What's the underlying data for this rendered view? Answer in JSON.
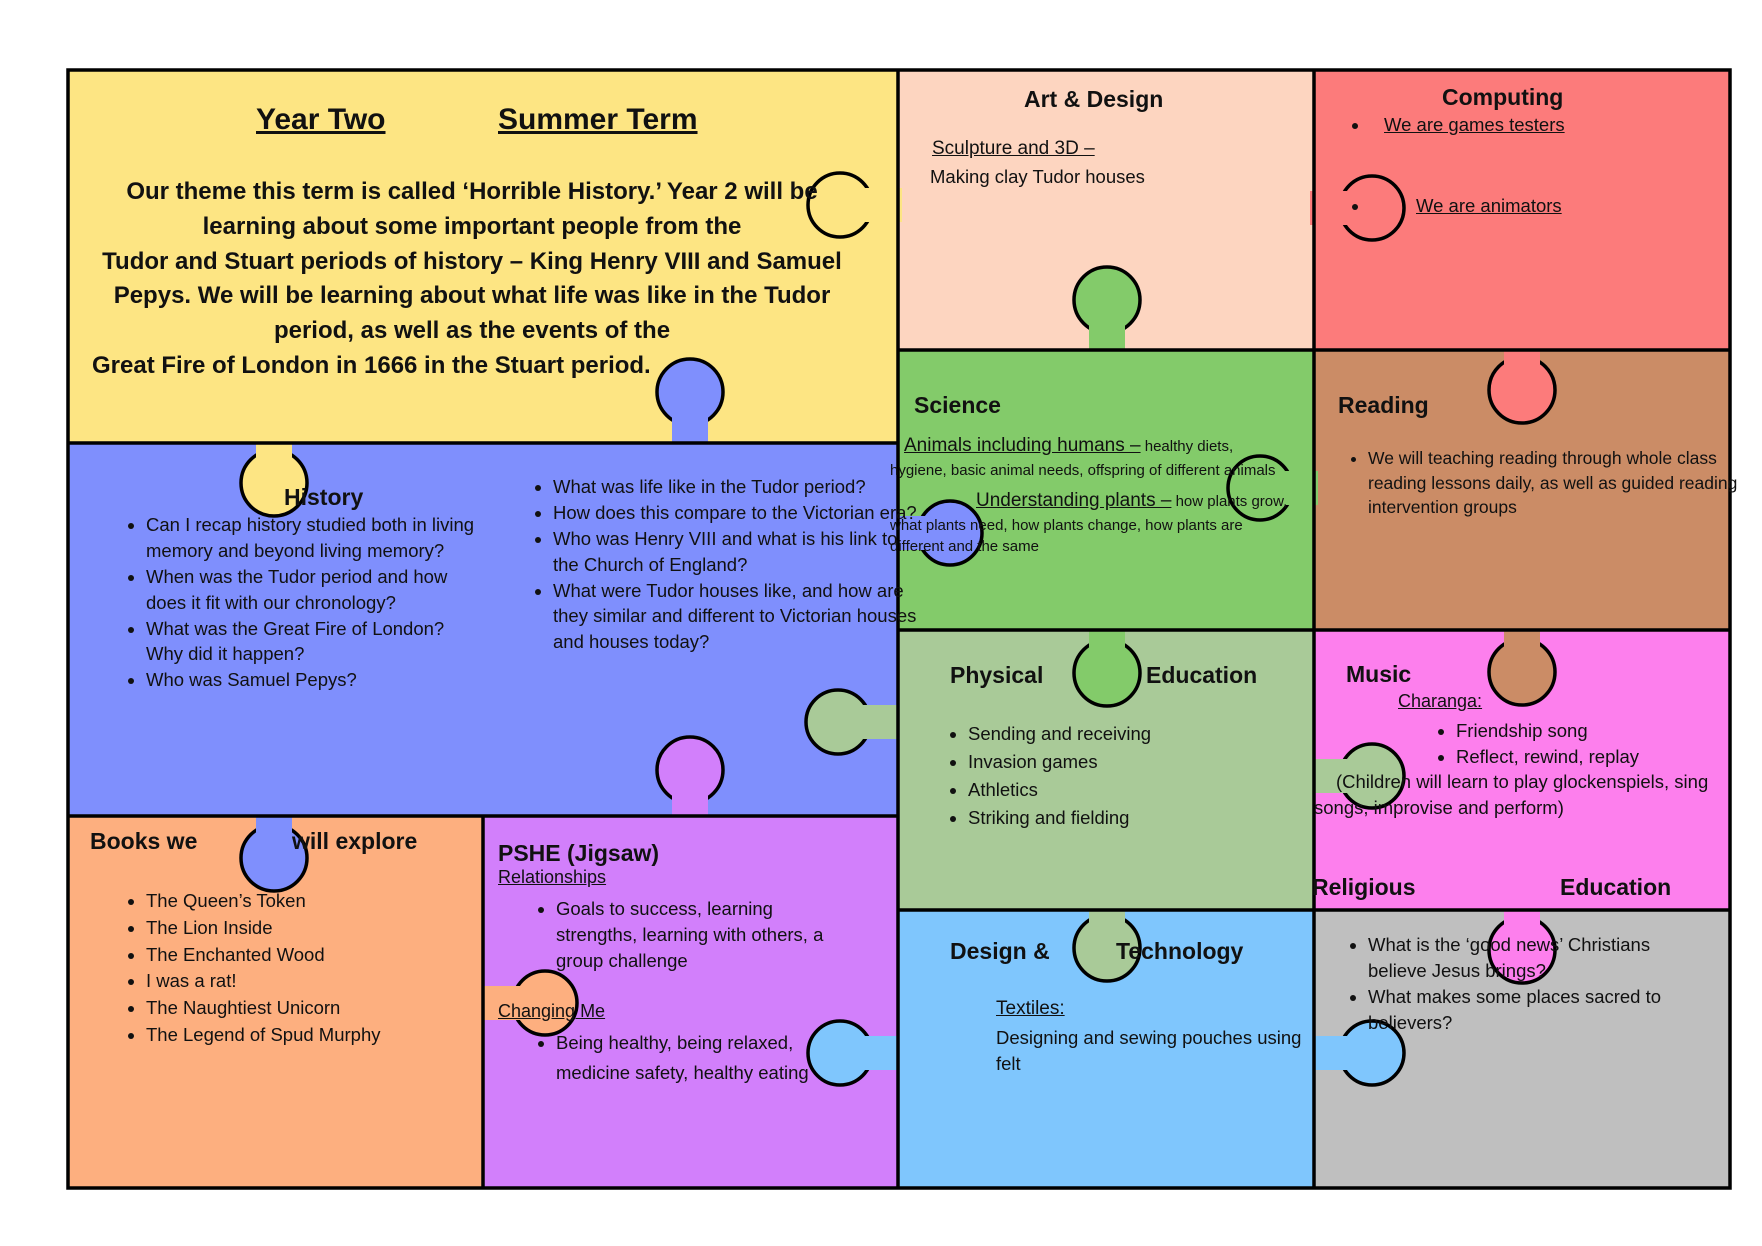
{
  "header": {
    "year": "Year Two",
    "term": "Summer Term",
    "intro": [
      "Our theme this term is called ‘Horrible History.’ Year 2 will be",
      "learning about some important people from the",
      "Tudor and Stuart periods of history – King Henry VIII and Samuel",
      "Pepys. We will be learning about what life was like in the Tudor",
      "period, as well as the events of the",
      "Great Fire of London in 1666 in the Stuart period."
    ]
  },
  "colors": {
    "yellow": "#FDE583",
    "peach": "#FDD5C0",
    "red": "#FC7B7B",
    "blue": "#7F8FFD",
    "green": "#83CB6A",
    "brown": "#CB8C66",
    "sage": "#A9CA98",
    "pink": "#FD7FED",
    "orange": "#FDAF7F",
    "purple": "#D27FFB",
    "sky": "#7FC6FD",
    "grey": "#BFBFBF"
  },
  "art": {
    "title": "Art & Design",
    "subtitle": "Sculpture and 3D –",
    "text": "Making clay Tudor houses"
  },
  "computing": {
    "title": "Computing",
    "items": [
      "We are games testers",
      "We are animators"
    ]
  },
  "history": {
    "title": "History",
    "left_items": [
      "Can I recap history studied both in living memory and beyond living memory?",
      "When was the Tudor period and how does it fit with our chronology?",
      "What was the Great Fire of London? Why did it happen?",
      "Who was Samuel Pepys?"
    ],
    "right_items": [
      "What was life like in the Tudor period?",
      "How does this compare to the Victorian era?",
      "Who was Henry VIII and what is his link to the Church of England?",
      "What were Tudor houses like, and how are they similar and different to Victorian houses and houses today?"
    ]
  },
  "science": {
    "title": "Science",
    "topic1": "Animals including humans –",
    "topic1_text_a": " healthy diets,",
    "topic1_text_b": "hygiene, basic animal needs, offspring of different animals",
    "topic2": "Understanding plants –",
    "topic2_text_a": " how plants grow,",
    "topic2_text_b": "what plants need, how plants change, how plants are",
    "topic2_text_c": "different and the same"
  },
  "reading": {
    "title": "Reading",
    "items": [
      "We will teaching reading through whole class reading lessons daily, as well as guided reading intervention groups"
    ]
  },
  "pe": {
    "title_left": "Physical",
    "title_right": "Education",
    "items": [
      "Sending and receiving",
      "Invasion games",
      "Athletics",
      "Striking and fielding"
    ]
  },
  "music": {
    "title": "Music",
    "subtitle": "Charanga:",
    "items": [
      "Friendship song",
      "Reflect, rewind, replay"
    ],
    "note_a": "(Children will learn to play glockenspiels, sing",
    "note_b": "songs, improvise and perform)"
  },
  "books": {
    "title_left": "Books we",
    "title_right": "will explore",
    "items": [
      "The Queen’s Token",
      "The Lion Inside",
      "The Enchanted Wood",
      "I was a rat!",
      "The Naughtiest Unicorn",
      "The Legend of Spud Murphy"
    ]
  },
  "pshe": {
    "title": "PSHE (Jigsaw)",
    "sub1": "Relationships",
    "items1": [
      "Goals to success, learning strengths, learning with others, a group challenge"
    ],
    "sub2": "Changing Me",
    "items2_a": "Being healthy, being relaxed,",
    "items2_b": "medicine safety, healthy eating"
  },
  "dt": {
    "title_left": "Design &",
    "title_right": "Technology",
    "subtitle": "Textiles:",
    "text_a": "Designing and sewing pouches using",
    "text_b": "felt"
  },
  "re": {
    "title_left": "Religious",
    "title_right": "Education",
    "items": [
      "What is the ‘good news’ Christians believe Jesus brings?",
      "What makes some places sacred to believers?"
    ]
  }
}
